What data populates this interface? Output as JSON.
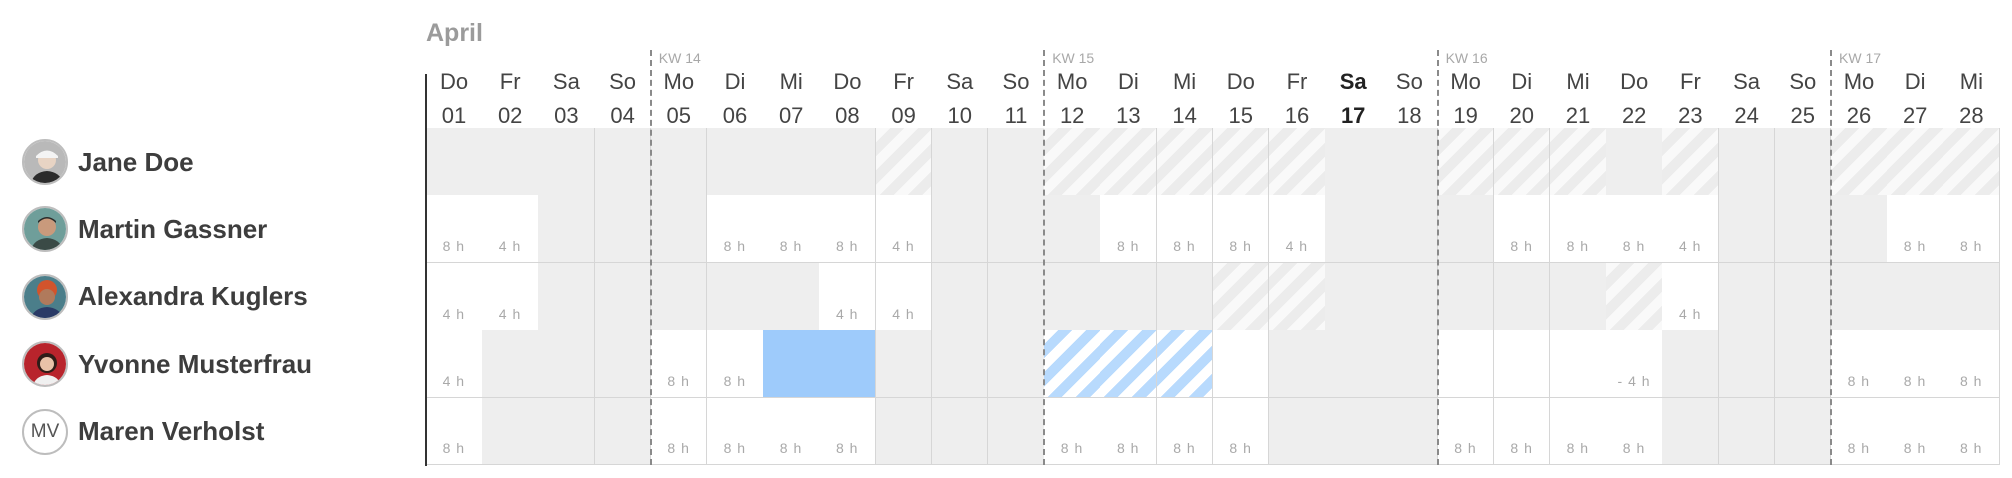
{
  "month": "April",
  "days": [
    {
      "name": "Do",
      "date": "01"
    },
    {
      "name": "Fr",
      "date": "02"
    },
    {
      "name": "Sa",
      "date": "03"
    },
    {
      "name": "So",
      "date": "04"
    },
    {
      "name": "Mo",
      "date": "05"
    },
    {
      "name": "Di",
      "date": "06"
    },
    {
      "name": "Mi",
      "date": "07"
    },
    {
      "name": "Do",
      "date": "08"
    },
    {
      "name": "Fr",
      "date": "09"
    },
    {
      "name": "Sa",
      "date": "10"
    },
    {
      "name": "So",
      "date": "11"
    },
    {
      "name": "Mo",
      "date": "12"
    },
    {
      "name": "Di",
      "date": "13"
    },
    {
      "name": "Mi",
      "date": "14"
    },
    {
      "name": "Do",
      "date": "15"
    },
    {
      "name": "Fr",
      "date": "16"
    },
    {
      "name": "Sa",
      "date": "17",
      "today": true
    },
    {
      "name": "So",
      "date": "18"
    },
    {
      "name": "Mo",
      "date": "19"
    },
    {
      "name": "Di",
      "date": "20"
    },
    {
      "name": "Mi",
      "date": "21"
    },
    {
      "name": "Do",
      "date": "22"
    },
    {
      "name": "Fr",
      "date": "23"
    },
    {
      "name": "Sa",
      "date": "24"
    },
    {
      "name": "So",
      "date": "25"
    },
    {
      "name": "Mo",
      "date": "26"
    },
    {
      "name": "Di",
      "date": "27"
    },
    {
      "name": "Mi",
      "date": "28"
    }
  ],
  "weeks": [
    {
      "label": "KW 14",
      "start_index": 4
    },
    {
      "label": "KW 15",
      "start_index": 11
    },
    {
      "label": "KW 16",
      "start_index": 18
    },
    {
      "label": "KW 17",
      "start_index": 25
    }
  ],
  "people": [
    {
      "name": "Jane Doe",
      "avatar": "photo-gray-cap",
      "cells": "OOOOOOOOHOOHHHHHOOHHHOHOOHHH",
      "hours": [
        "",
        "",
        "",
        "",
        "",
        "",
        "",
        "",
        "",
        "",
        "",
        "",
        "",
        "",
        "",
        "",
        "",
        "",
        "",
        "",
        "",
        "",
        "",
        "",
        "",
        "",
        "",
        ""
      ]
    },
    {
      "name": "Martin Gassner",
      "avatar": "photo-teal",
      "cells": "WWOOOWWWWOOOWWWWOOOWWWWOOOWW",
      "hours": [
        "8 h",
        "4 h",
        "",
        "",
        "",
        "8 h",
        "8 h",
        "8 h",
        "4 h",
        "",
        "",
        "",
        "8 h",
        "8 h",
        "8 h",
        "4 h",
        "",
        "",
        "",
        "8 h",
        "8 h",
        "8 h",
        "4 h",
        "",
        "",
        "",
        "8 h",
        "8 h"
      ]
    },
    {
      "name": "Alexandra Kuglers",
      "avatar": "photo-orange",
      "cells": "WWOOOOOWWOOOOOHHOOOOOHWOOOOO",
      "hours": [
        "4 h",
        "4 h",
        "",
        "",
        "",
        "",
        "",
        "4 h",
        "4 h",
        "",
        "",
        "",
        "",
        "",
        "",
        "",
        "",
        "",
        "",
        "",
        "",
        "",
        "4 h",
        "",
        "",
        "",
        "",
        ""
      ]
    },
    {
      "name": "Yvonne Musterfrau",
      "avatar": "photo-red",
      "cells": "WOOOWWBBOOOPPPWOOOWWWWOOOWWW",
      "hours": [
        "4 h",
        "",
        "",
        "",
        "8 h",
        "8 h",
        "",
        "",
        "",
        "",
        "",
        "",
        "",
        "",
        "",
        "",
        "",
        "",
        "",
        "",
        "",
        "- 4 h",
        "",
        "",
        "",
        "8 h",
        "8 h",
        "8 h"
      ]
    },
    {
      "name": "Maren Verholst",
      "avatar": "initials",
      "initials": "MV",
      "cells": "WOOOWWWWOOOWWWWOOOWWWWOOOWWW",
      "hours": [
        "8 h",
        "",
        "",
        "",
        "8 h",
        "8 h",
        "8 h",
        "8 h",
        "",
        "",
        "",
        "8 h",
        "8 h",
        "8 h",
        "8 h",
        "",
        "",
        "",
        "8 h",
        "8 h",
        "8 h",
        "8 h",
        "",
        "",
        "",
        "8 h",
        "8 h",
        "8 h"
      ]
    }
  ],
  "colors": {
    "absence_blue": "#9ecbfb",
    "off_gray": "#eeeeee",
    "week_line": "#8a8a8a"
  }
}
